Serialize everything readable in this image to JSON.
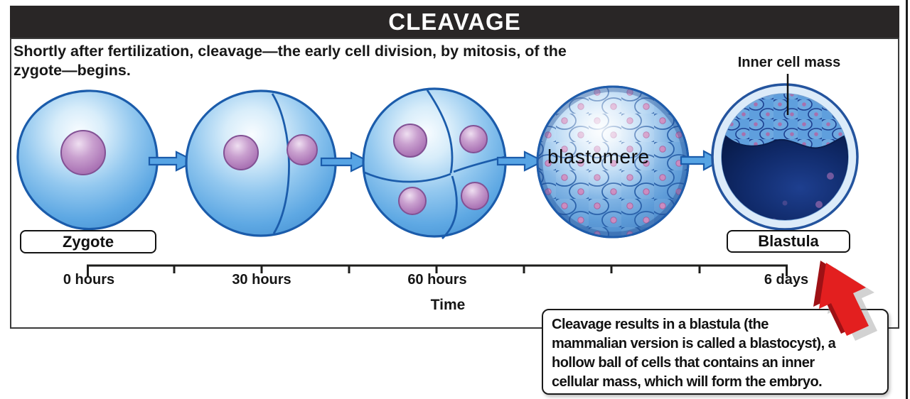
{
  "title": "CLEAVAGE",
  "intro": {
    "lines": [
      "Shortly after fertilization, cleavage—the early cell division, by mitosis, of the",
      "zygote—begins."
    ]
  },
  "labels": {
    "zygote": "Zygote",
    "blastula": "Blastula",
    "inner_cell_mass": "Inner cell mass",
    "blastomere": "blastomere"
  },
  "timeline": {
    "tick_labels": [
      "0 hours",
      "30 hours",
      "60 hours",
      "6 days"
    ],
    "axis_title": "Time"
  },
  "callout": {
    "lines": [
      "Cleavage results in a blastula (the",
      "mammalian version is called a blastocyst), a",
      "hollow ball of cells that contains an inner",
      "cellular mass, which will form the embryo."
    ]
  },
  "colors": {
    "title_bar": "#292626",
    "cell_blue": "#5aa8e0",
    "cell_outline": "#1b5cab",
    "nucleus_purple": "#b07cb8",
    "blastula_cavity_navy": "#0c2360",
    "stage_arrow_blue": "#57a4e4",
    "callout_arrow_red": "#e31f1f"
  }
}
